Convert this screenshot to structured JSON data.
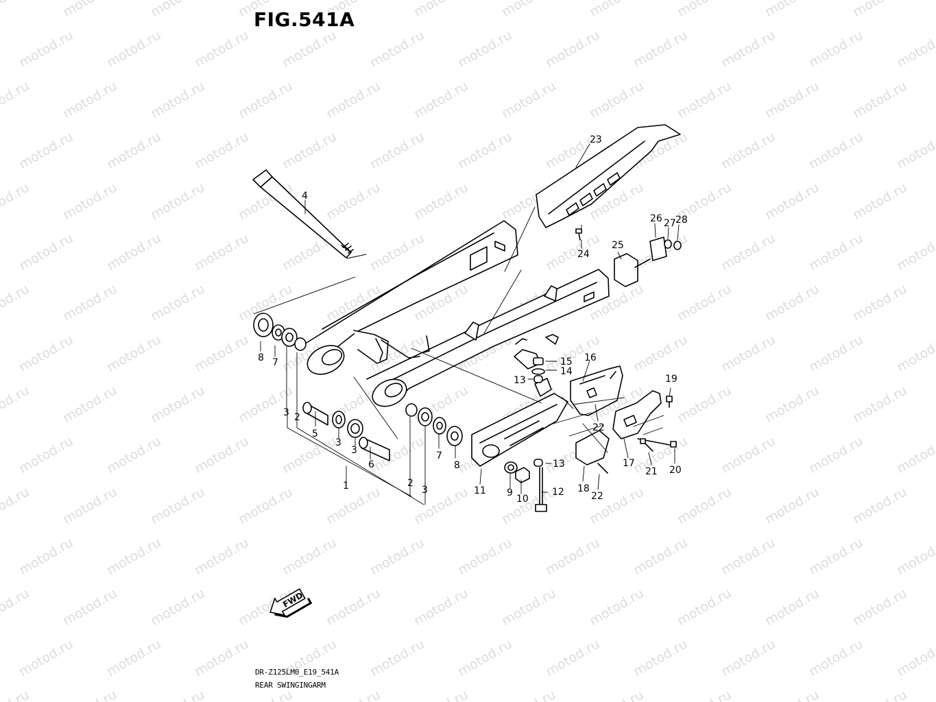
{
  "figure": {
    "title": "FIG.541A",
    "model_code": "DR-Z125LM0_E19_541A",
    "name": "REAR SWINGINGARM",
    "watermark": "motod.ru",
    "direction_label": "FWD"
  },
  "callouts": [
    "1",
    "2",
    "2",
    "3",
    "3",
    "3",
    "3",
    "4",
    "5",
    "6",
    "7",
    "7",
    "8",
    "8",
    "9",
    "10",
    "11",
    "12",
    "13",
    "13",
    "14",
    "15",
    "16",
    "17",
    "18",
    "19",
    "20",
    "21",
    "22",
    "22",
    "23",
    "24",
    "25",
    "26",
    "27",
    "28"
  ]
}
